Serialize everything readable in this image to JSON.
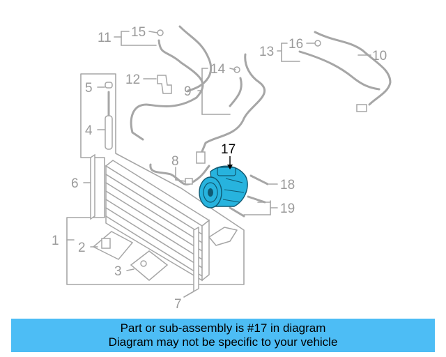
{
  "diagram": {
    "callouts": [
      {
        "id": "c1",
        "label": "1"
      },
      {
        "id": "c2",
        "label": "2"
      },
      {
        "id": "c3",
        "label": "3"
      },
      {
        "id": "c4",
        "label": "4"
      },
      {
        "id": "c5",
        "label": "5"
      },
      {
        "id": "c6",
        "label": "6"
      },
      {
        "id": "c7",
        "label": "7"
      },
      {
        "id": "c8",
        "label": "8"
      },
      {
        "id": "c9",
        "label": "9"
      },
      {
        "id": "c10",
        "label": "10"
      },
      {
        "id": "c11",
        "label": "11"
      },
      {
        "id": "c12",
        "label": "12"
      },
      {
        "id": "c13",
        "label": "13"
      },
      {
        "id": "c14",
        "label": "14"
      },
      {
        "id": "c15",
        "label": "15"
      },
      {
        "id": "c16",
        "label": "16"
      },
      {
        "id": "c17",
        "label": "17"
      },
      {
        "id": "c18",
        "label": "18"
      },
      {
        "id": "c19",
        "label": "19"
      }
    ],
    "highlighted_part": "17",
    "colors": {
      "line_art": "#a6a6a6",
      "highlight_part": "#27b3de",
      "highlight_callout": "#000000",
      "banner": "#4dbdf5"
    }
  },
  "banner": {
    "line1": "Part or sub-assembly is #17 in diagram",
    "line2": "Diagram may not be specific to your vehicle"
  }
}
